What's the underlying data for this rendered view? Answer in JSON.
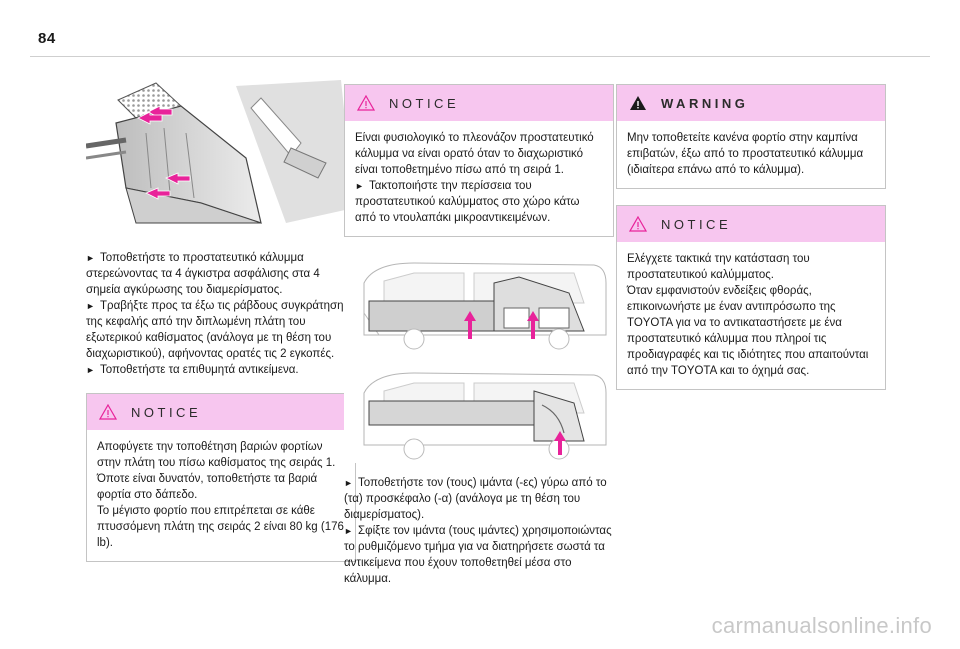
{
  "page": {
    "number": "84"
  },
  "col1": {
    "steps": [
      "Τοποθετήστε το προστατευτικό κάλυμμα στερεώνοντας τα 4 άγκιστρα ασφάλισης στα 4 σημεία αγκύρωσης του διαμερίσματος.",
      "Τραβήξτε προς τα έξω τις ράβδους συγκράτησης της κεφαλής από την διπλωμένη πλάτη του εξωτερικού καθίσματος (ανάλογα με τη θέση του διαχωριστικού), αφήνοντας ορατές τις 2 εγκοπές.",
      "Τοποθετήστε τα επιθυμητά αντικείμενα."
    ],
    "notice": {
      "title": "NOTICE",
      "lines": [
        "Αποφύγετε την τοποθέτηση βαριών φορτίων στην πλάτη του πίσω καθίσματος της σειράς 1. Όποτε είναι δυνατόν, τοποθετήστε τα βαριά φορτία στο δάπεδο.",
        "Το μέγιστο φορτίο που επιτρέπεται σε κάθε πτυσσόμενη πλάτη της σειράς 2 είναι 80 kg (176 lb)."
      ]
    }
  },
  "col2": {
    "notice": {
      "title": "NOTICE",
      "lines": [
        "Είναι φυσιολογικό το πλεονάζον προστατευτικό κάλυμμα να είναι ορατό όταν το διαχωριστικό είναι τοποθετημένο πίσω από τη σειρά 1.",
        "Τακτοποιήστε την περίσσεια του προστατευτικού καλύμματος στο χώρο κάτω από το ντουλαπάκι μικροαντικειμένων."
      ]
    },
    "steps": [
      "Τοποθετήστε τον (τους) ιμάντα (-ες) γύρω από το (τα) προσκέφαλο (-α) (ανάλογα με τη θέση του διαμερίσματος).",
      "Σφίξτε τον ιμάντα (τους ιμάντες) χρησιμοποιώντας το ρυθμιζόμενο τμήμα για να διατηρήσετε σωστά τα αντικείμενα που έχουν τοποθετηθεί μέσα στο κάλυμμα."
    ]
  },
  "col3": {
    "warning": {
      "title": "WARNING",
      "lines": [
        "Μην τοποθετείτε κανένα φορτίο στην καμπίνα επιβατών, έξω από το προστατευτικό κάλυμμα (ιδιαίτερα επάνω από το κάλυμμα)."
      ]
    },
    "notice": {
      "title": "NOTICE",
      "lines": [
        "Ελέγχετε τακτικά την κατάσταση του προστατευτικού καλύμματος.",
        "Όταν εμφανιστούν ενδείξεις φθοράς, επικοινωνήστε με έναν αντιπρόσωπο της TOYOTA για να το αντικαταστήσετε με ένα προστατευτικό κάλυμμα που πληροί τις προδιαγραφές και τις ιδιότητες που απαιτούνται από την TOYOTA και το όχημά σας."
      ]
    }
  },
  "watermark": "carmanualsonline.info",
  "colors": {
    "accent": "#e8239a",
    "callout_header": "#f7c6ef",
    "arrow": "#e8239a"
  }
}
